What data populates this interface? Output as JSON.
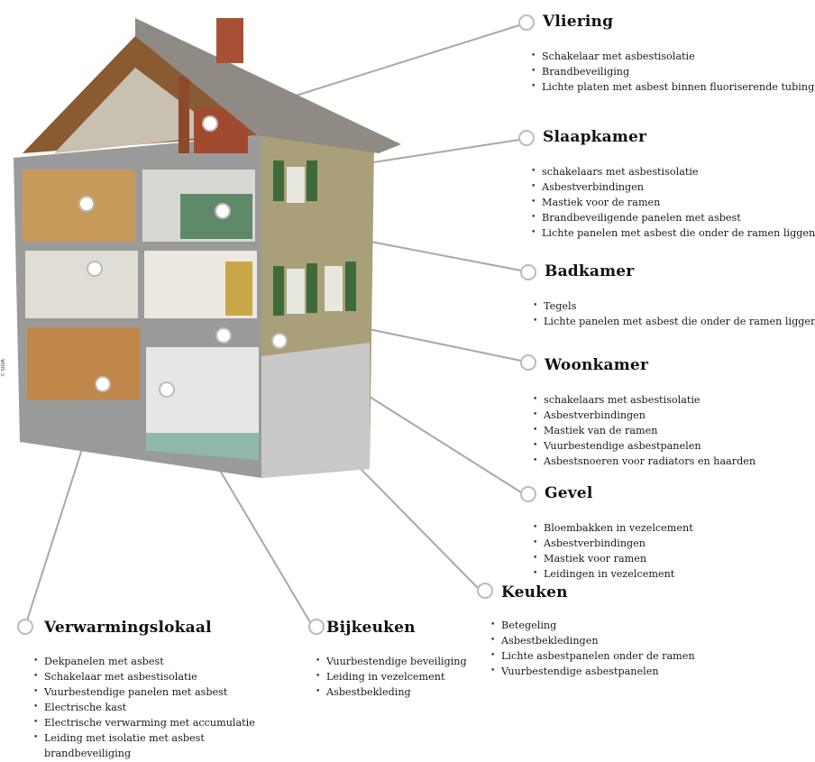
{
  "copyright": "© SUVA",
  "sections": {
    "vliering": {
      "title": "Vliering",
      "items": [
        "Schakelaar met asbestisolatie",
        "Brandbeveiliging",
        "Lichte platen met asbest binnen fluoriserende tubing"
      ]
    },
    "slaapkamer": {
      "title": "Slaapkamer",
      "items": [
        "schakelaars met asbestisolatie",
        "Asbestverbindingen",
        "Mastiek voor de ramen",
        "Brandbeveiligende panelen met asbest",
        "Lichte panelen met asbest die onder de ramen liggen"
      ]
    },
    "badkamer": {
      "title": "Badkamer",
      "items": [
        "Tegels",
        "Lichte panelen met asbest die onder de ramen liggen"
      ]
    },
    "woonkamer": {
      "title": "Woonkamer",
      "items": [
        "schakelaars met asbestisolatie",
        "Asbestverbindingen",
        "Mastiek van de ramen",
        "Vuurbestendige asbestpanelen",
        "Asbestsnoeren voor radiators en haarden"
      ]
    },
    "gevel": {
      "title": "Gevel",
      "items": [
        "Bloembakken in vezelcement",
        "Asbestverbindingen",
        "Mastiek voor ramen",
        "Leidingen in vezelcement"
      ]
    },
    "keuken": {
      "title": "Keuken",
      "items": [
        "Betegeling",
        "Asbestbekledingen",
        "Lichte asbestpanelen onder de ramen",
        "Vuurbestendige asbestpanelen"
      ]
    },
    "bijkeuken": {
      "title": "Bijkeuken",
      "items": [
        "Vuurbestendige beveiliging",
        "Leiding in vezelcement",
        "Asbestbekleding"
      ]
    },
    "verwarmingslokaal": {
      "title": "Verwarmingslokaal",
      "items": [
        "Dekpanelen met asbest",
        "Schakelaar met asbestisolatie",
        "Vuurbestendige panelen met asbest",
        "Electrische kast",
        "Electrische verwarming met accumulatie",
        "Leiding met isolatie met asbest brandbeveiliging"
      ]
    }
  }
}
